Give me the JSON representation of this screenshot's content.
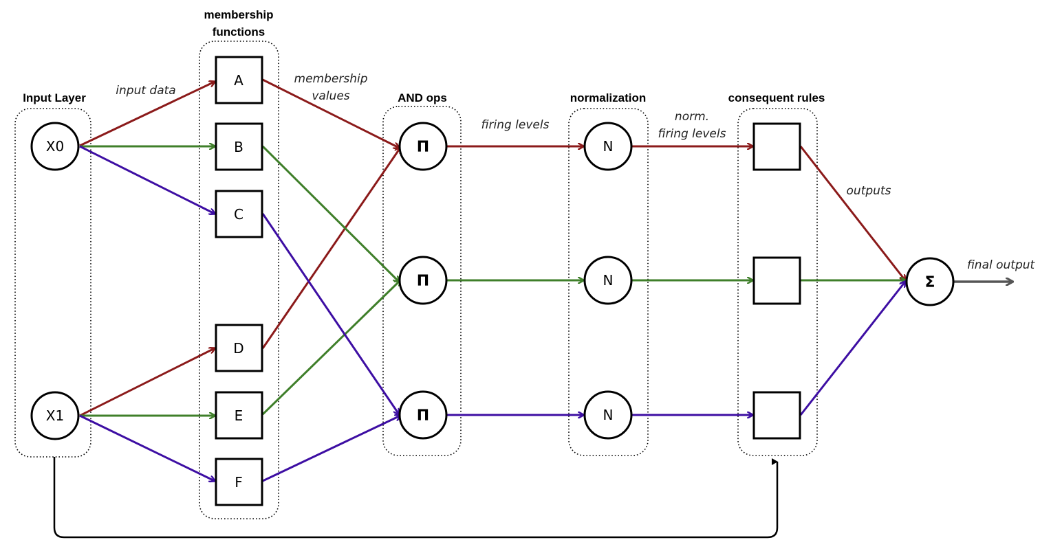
{
  "colors": {
    "red": "#8b1a1a",
    "green": "#3f7f2a",
    "purple": "#3d0ea3",
    "gray": "#555555",
    "black": "#000000"
  },
  "groups": {
    "input": "Input Layer",
    "membership_line1": "membership",
    "membership_line2": "functions",
    "and_ops": "AND ops",
    "normalization": "normalization",
    "consequent": "consequent rules"
  },
  "labels": {
    "input_data": "input data",
    "membership_values_1": "membership",
    "membership_values_2": "values",
    "firing_levels": "firing levels",
    "norm_firing_1": "norm.",
    "norm_firing_2": "firing levels",
    "outputs": "outputs",
    "final_output": "final output"
  },
  "nodes": {
    "x0": "X0",
    "x1": "X1",
    "a": "A",
    "b": "B",
    "c": "C",
    "d": "D",
    "e": "E",
    "f": "F",
    "pi1": "Π",
    "pi2": "Π",
    "pi3": "Π",
    "n1": "N",
    "n2": "N",
    "n3": "N",
    "r1": "",
    "r2": "",
    "r3": "",
    "sum": "Σ"
  }
}
